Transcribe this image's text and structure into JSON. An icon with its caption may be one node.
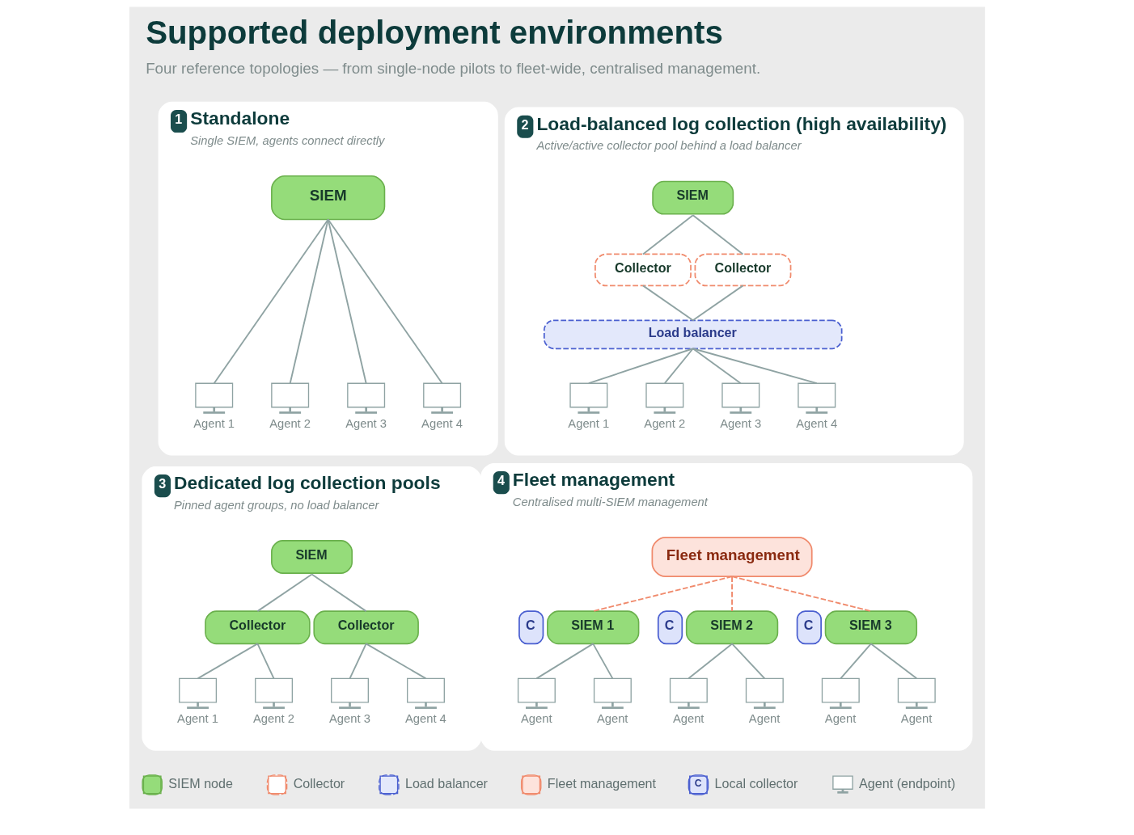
{
  "diagram": {
    "title": "Supported deployment environments",
    "caption": "Four reference topologies — from single-node pilots to fleet-wide, centralised management.",
    "nodes": [
      {
        "text": [
          "1",
          "Standalone",
          "Single SIEM, agents connect directly"
        ]
      },
      {
        "text": [
          "SIEM"
        ],
        "in": 0
      },
      {
        "text": [
          "Agent 1"
        ],
        "in": 0
      },
      {
        "text": [
          "Agent 2"
        ],
        "in": 0
      },
      {
        "text": [
          "Agent 3"
        ],
        "in": 0
      },
      {
        "text": [
          "Agent 4"
        ],
        "in": 0
      },
      {
        "text": [
          "2",
          "Load-balanced log collection (high availability)",
          "Active/active collector pool behind a load balancer"
        ]
      },
      {
        "text": [
          "SIEM"
        ],
        "in": 6
      },
      {
        "text": [
          "Collector"
        ],
        "in": 6
      },
      {
        "text": [
          "Collector"
        ],
        "in": 6
      },
      {
        "text": [
          "Load balancer"
        ],
        "in": 6
      },
      {
        "text": [
          "Agent 1"
        ],
        "in": 6
      },
      {
        "text": [
          "Agent 2"
        ],
        "in": 6
      },
      {
        "text": [
          "Agent 3"
        ],
        "in": 6
      },
      {
        "text": [
          "Agent 4"
        ],
        "in": 6
      },
      {
        "text": [
          "3",
          "Dedicated log collection pools",
          "Pinned agent groups, no load balancer"
        ]
      },
      {
        "text": [
          "SIEM"
        ],
        "in": 15
      },
      {
        "text": [
          "Collector"
        ],
        "in": 15
      },
      {
        "text": [
          "Collector"
        ],
        "in": 15
      },
      {
        "text": [
          "Agent 1"
        ],
        "in": 15
      },
      {
        "text": [
          "Agent 2"
        ],
        "in": 15
      },
      {
        "text": [
          "Agent 3"
        ],
        "in": 15
      },
      {
        "text": [
          "Agent 4"
        ],
        "in": 15
      },
      {
        "text": [
          "4",
          "Fleet management",
          "Centralised multi-SIEM management"
        ]
      },
      {
        "text": [
          "Fleet management"
        ],
        "in": 23
      },
      {
        "text": [
          "C"
        ],
        "in": 23
      },
      {
        "text": [
          "SIEM 1"
        ],
        "in": 23
      },
      {
        "text": [
          "C"
        ],
        "in": 23
      },
      {
        "text": [
          "SIEM 2"
        ],
        "in": 23
      },
      {
        "text": [
          "C"
        ],
        "in": 23
      },
      {
        "text": [
          "SIEM 3"
        ],
        "in": 23
      },
      {
        "text": [
          "Agent"
        ],
        "in": 23
      },
      {
        "text": [
          "Agent"
        ],
        "in": 23
      },
      {
        "text": [
          "Agent"
        ],
        "in": 23
      },
      {
        "text": [
          "Agent"
        ],
        "in": 23
      },
      {
        "text": [
          "Agent"
        ],
        "in": 23
      },
      {
        "text": [
          "Agent"
        ],
        "in": 23
      }
    ],
    "edges": [
      {
        "from": 1,
        "to": 2,
        "arrow": "none"
      },
      {
        "from": 1,
        "to": 3,
        "arrow": "none"
      },
      {
        "from": 1,
        "to": 4,
        "arrow": "none"
      },
      {
        "from": 1,
        "to": 5,
        "arrow": "none"
      },
      {
        "from": 7,
        "to": 8,
        "arrow": "none"
      },
      {
        "from": 7,
        "to": 9,
        "arrow": "none"
      },
      {
        "from": 8,
        "to": 10,
        "arrow": "none"
      },
      {
        "from": 9,
        "to": 10,
        "arrow": "none"
      },
      {
        "from": 10,
        "to": 11,
        "arrow": "none"
      },
      {
        "from": 10,
        "to": 12,
        "arrow": "none"
      },
      {
        "from": 10,
        "to": 13,
        "arrow": "none"
      },
      {
        "from": 10,
        "to": 14,
        "arrow": "none"
      },
      {
        "from": 16,
        "to": 17,
        "arrow": "none"
      },
      {
        "from": 16,
        "to": 18,
        "arrow": "none"
      },
      {
        "from": 17,
        "to": 19,
        "arrow": "none"
      },
      {
        "from": 17,
        "to": 20,
        "arrow": "none"
      },
      {
        "from": 18,
        "to": 21,
        "arrow": "none"
      },
      {
        "from": 18,
        "to": 22,
        "arrow": "none"
      },
      {
        "from": 24,
        "to": 26,
        "arrow": "none",
        "style": "dashed",
        "color": "#f08a6c"
      },
      {
        "from": 24,
        "to": 28,
        "arrow": "none",
        "style": "dashed",
        "color": "#f08a6c"
      },
      {
        "from": 24,
        "to": 30,
        "arrow": "none",
        "style": "dashed",
        "color": "#f08a6c"
      },
      {
        "from": 26,
        "to": 31,
        "arrow": "none"
      },
      {
        "from": 26,
        "to": 32,
        "arrow": "none"
      },
      {
        "from": 28,
        "to": 33,
        "arrow": "none"
      },
      {
        "from": 28,
        "to": 34,
        "arrow": "none"
      },
      {
        "from": 30,
        "to": 35,
        "arrow": "none"
      },
      {
        "from": 30,
        "to": 36,
        "arrow": "none"
      }
    ],
    "labels": [
      "C"
    ],
    "legend": [
      {
        "text": "SIEM node",
        "color": "#95dc7a"
      },
      {
        "text": "Collector"
      },
      {
        "text": "Load balancer",
        "color": "#e3e8fb"
      },
      {
        "text": "Fleet management",
        "color": "#fde3dc"
      },
      {
        "text": "Local collector",
        "color": "#dde3fb"
      },
      {
        "text": "Agent (endpoint)"
      }
    ]
  }
}
